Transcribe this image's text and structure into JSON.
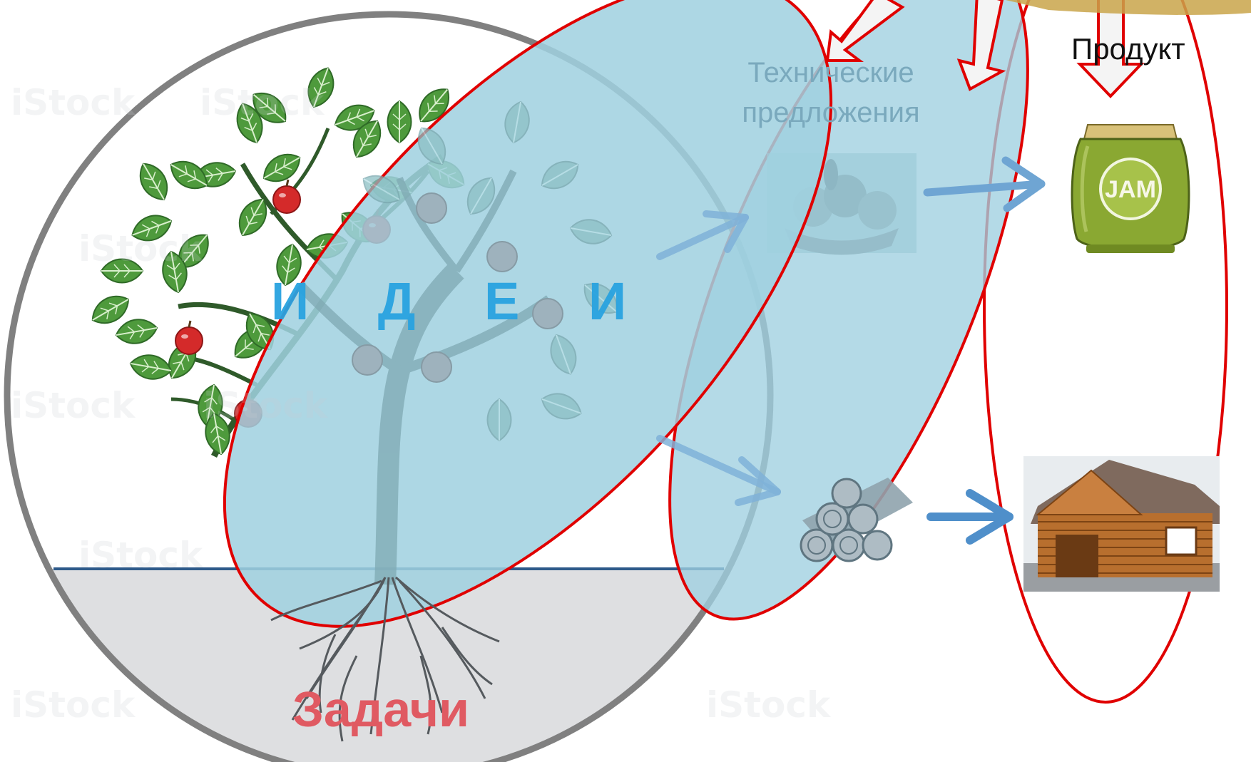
{
  "labels": {
    "ideas": "И Д Е И",
    "tasks": "Задачи",
    "tech_proposals": "Технические предложения",
    "product": "Продукт"
  },
  "images": {
    "tree": "apple-tree",
    "jam": "jam-jar",
    "jam_text": "JAM",
    "logs": "firewood-logs",
    "house": "log-house",
    "fruit": "fruit-basket"
  },
  "watermark": "iStock",
  "colors": {
    "ellipse_fill": "#9fd0e0",
    "ellipse_stroke": "#e00000",
    "circle_stroke": "#808080",
    "ground": "#dedfe1",
    "ground_line": "#2e5a8a",
    "arrow_blue": "#4f8fca",
    "ideas": "#29a3e0",
    "tasks": "#e05a62"
  }
}
